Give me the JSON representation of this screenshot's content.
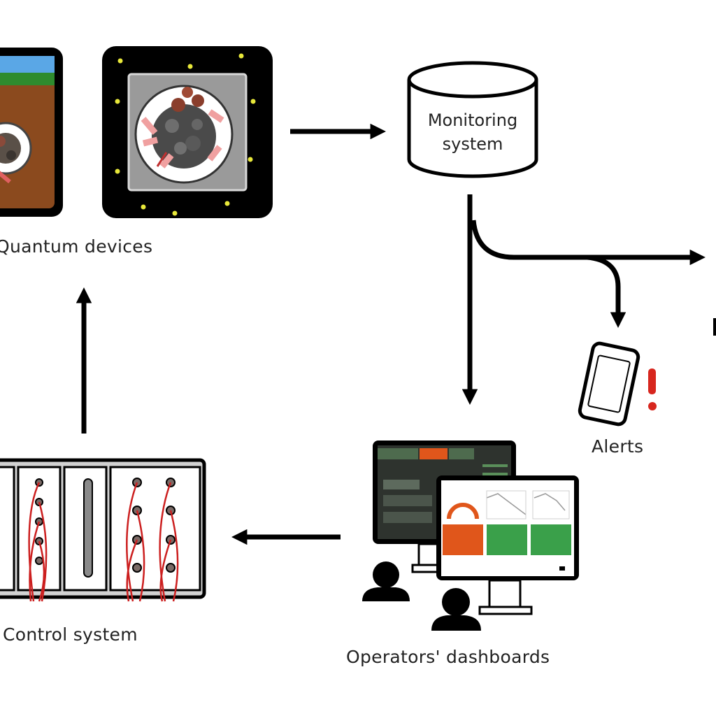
{
  "labels": {
    "quantum_devices": "Quantum devices",
    "monitoring_line1": "Monitoring",
    "monitoring_line2": "system",
    "alerts": "Alerts",
    "control_system": "Control system",
    "dashboards": "Operators' dashboards"
  },
  "dashboard_tiles": [
    "",
    "",
    ""
  ],
  "colors": {
    "arrow": "#000000",
    "alert": "#d7261e",
    "tile_orange": "#e0561b",
    "tile_green": "#3aa04a",
    "dashboard_bg": "#2e332e",
    "cable": "#cc1f1f"
  },
  "icons": [
    "quantum-chip-icon",
    "cryostat-icon",
    "database-icon",
    "smartphone-icon",
    "exclamation-icon",
    "monitor-icon",
    "operator-icon",
    "rack-icon"
  ]
}
